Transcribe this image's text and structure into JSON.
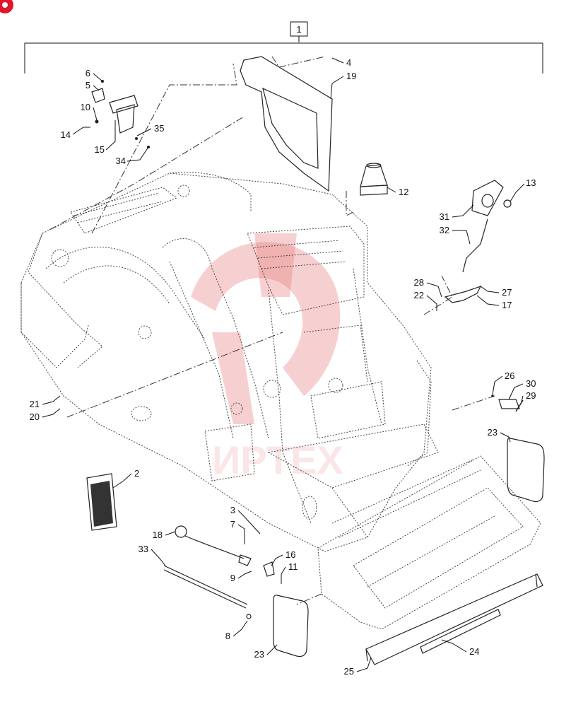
{
  "brand_badge": {
    "color": "#e0162b"
  },
  "assembly_label": "1",
  "watermark": {
    "text": "ИРТЕХ",
    "color": "#e57878"
  },
  "callouts": [
    {
      "id": "c1",
      "text": "6"
    },
    {
      "id": "c2",
      "text": "5"
    },
    {
      "id": "c3",
      "text": "10"
    },
    {
      "id": "c4",
      "text": "14"
    },
    {
      "id": "c5",
      "text": "15"
    },
    {
      "id": "c6",
      "text": "35"
    },
    {
      "id": "c7",
      "text": "34"
    },
    {
      "id": "c8",
      "text": "4"
    },
    {
      "id": "c9",
      "text": "19"
    },
    {
      "id": "c10",
      "text": "12"
    },
    {
      "id": "c11",
      "text": "13"
    },
    {
      "id": "c12",
      "text": "31"
    },
    {
      "id": "c13",
      "text": "32"
    },
    {
      "id": "c14",
      "text": "28"
    },
    {
      "id": "c15",
      "text": "22"
    },
    {
      "id": "c16",
      "text": "27"
    },
    {
      "id": "c17",
      "text": "17"
    },
    {
      "id": "c18",
      "text": "21"
    },
    {
      "id": "c19",
      "text": "20"
    },
    {
      "id": "c20",
      "text": "26"
    },
    {
      "id": "c21",
      "text": "30"
    },
    {
      "id": "c22",
      "text": "29"
    },
    {
      "id": "c23",
      "text": "23"
    },
    {
      "id": "c24",
      "text": "2"
    },
    {
      "id": "c25",
      "text": "3"
    },
    {
      "id": "c26",
      "text": "7"
    },
    {
      "id": "c27",
      "text": "18"
    },
    {
      "id": "c28",
      "text": "33"
    },
    {
      "id": "c29",
      "text": "16"
    },
    {
      "id": "c30",
      "text": "9"
    },
    {
      "id": "c31",
      "text": "11"
    },
    {
      "id": "c32",
      "text": "8"
    },
    {
      "id": "c33",
      "text": "23"
    },
    {
      "id": "c34",
      "text": "24"
    },
    {
      "id": "c35",
      "text": "25"
    }
  ]
}
